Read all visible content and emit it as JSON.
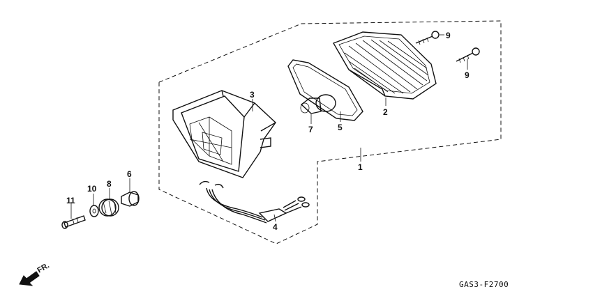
{
  "diagram": {
    "callouts": {
      "c1": "1",
      "c2": "2",
      "c3": "3",
      "c4": "4",
      "c5": "5",
      "c6": "6",
      "c7": "7",
      "c8": "8",
      "c9a": "9",
      "c9b": "9",
      "c10": "10",
      "c11": "11"
    },
    "direction_label": "FR.",
    "diagram_code": "GAS3-F2700"
  }
}
